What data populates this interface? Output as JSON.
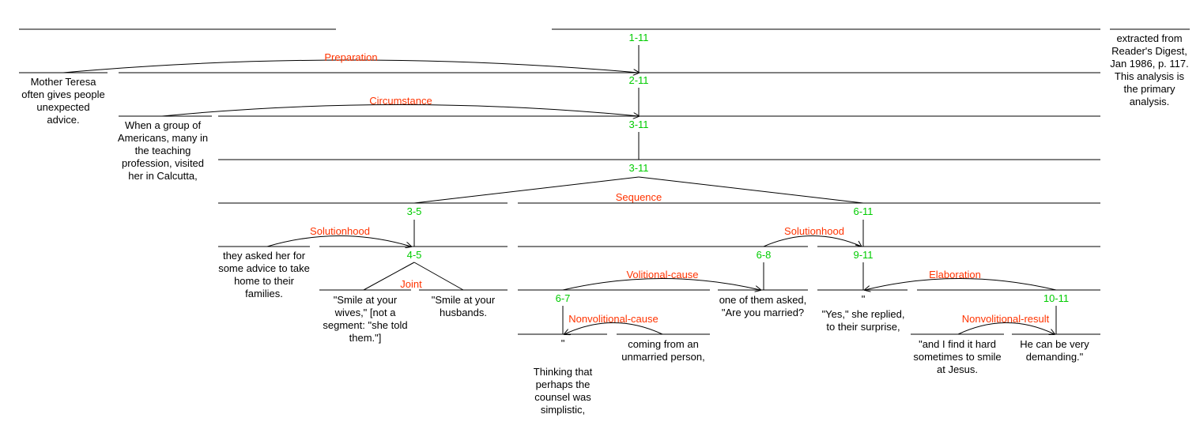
{
  "note": "extracted from Reader's Digest, Jan 1986, p. 117. This analysis is the primary analysis.",
  "segments": {
    "s1": "Mother Teresa often gives people unexpected advice.",
    "s2": "When a group of Americans, many in the teaching profession, visited her in Calcutta,",
    "s3": "they asked her for some advice to take home to their families.",
    "s4": "\"Smile at your wives,\" [not a segment: \"she told them.\"]",
    "s5": "\"Smile at your husbands.",
    "s6": "Thinking that perhaps the counsel was simplistic,",
    "s6q": "\"",
    "s7": "coming from an unmarried person,",
    "s8": "one of them asked, \"Are you married?",
    "s9q": "\"",
    "s9": "\"Yes,\" she replied, to their surprise,",
    "s10": "\"and I find it hard sometimes to smile at Jesus.",
    "s11": "He can be very demanding.\""
  },
  "spans": {
    "n1_11": "1-11",
    "n2_11": "2-11",
    "n3_11a": "3-11",
    "n3_11b": "3-11",
    "n3_5": "3-5",
    "n6_11": "6-11",
    "n4_5": "4-5",
    "n6_8": "6-8",
    "n9_11": "9-11",
    "n6_7": "6-7",
    "n10_11": "10-11"
  },
  "relations": {
    "preparation": "Preparation",
    "circumstance": "Circumstance",
    "sequence": "Sequence",
    "solutionhood_a": "Solutionhood",
    "solutionhood_b": "Solutionhood",
    "joint": "Joint",
    "volitional_cause": "Volitional-cause",
    "elaboration": "Elaboration",
    "nonvolitional_cause": "Nonvolitional-cause",
    "nonvolitional_result": "Nonvolitional-result"
  },
  "colors": {
    "span_label": "#00cc00",
    "relation_label": "#ff3300",
    "line": "#000000"
  }
}
